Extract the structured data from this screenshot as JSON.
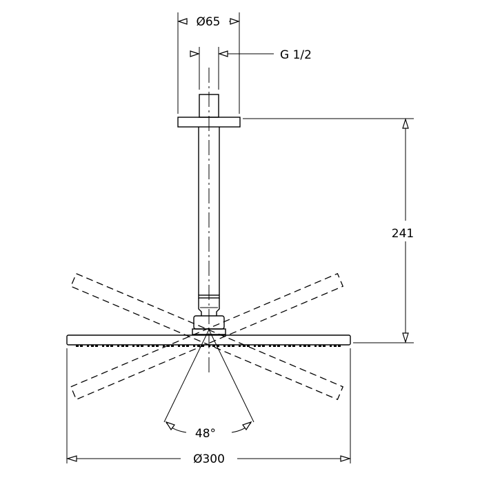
{
  "drawing": {
    "flange_diameter_label": "Ø65",
    "thread_label": "G 1/2",
    "height_label": "241",
    "spray_angle_label": "48°",
    "head_diameter_label": "Ø300"
  }
}
